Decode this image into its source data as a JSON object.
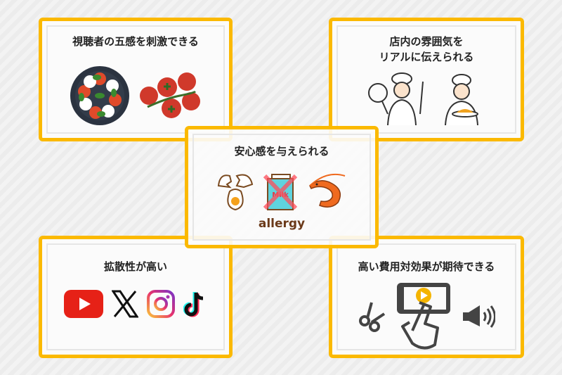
{
  "panels": {
    "top_left": {
      "title": "視聴者の五感を刺激できる",
      "icons": [
        "caprese-plate-icon",
        "cherry-tomatoes-icon"
      ]
    },
    "top_right": {
      "title_lines": [
        "店内の雰囲気を",
        "リアルに伝えられる"
      ],
      "icons": [
        "chef-with-pan-icon",
        "chef-with-plate-icon"
      ]
    },
    "center": {
      "title": "安心感を与えられる",
      "caption": "allergy",
      "milk_label": "Milk",
      "icons": [
        "egg-icon",
        "milk-carton-crossed-icon",
        "shrimp-icon"
      ]
    },
    "bottom_left": {
      "title": "拡散性が高い",
      "icons": [
        "youtube-icon",
        "x-icon",
        "instagram-icon",
        "tiktok-icon"
      ]
    },
    "bottom_right": {
      "title": "高い費用対効果が期待できる",
      "icons": [
        "scissors-icon",
        "smartphone-play-icon",
        "megaphone-icon"
      ]
    }
  },
  "colors": {
    "accent": "#fbb900",
    "text": "#222222",
    "allergy": "#6b3a1a"
  }
}
